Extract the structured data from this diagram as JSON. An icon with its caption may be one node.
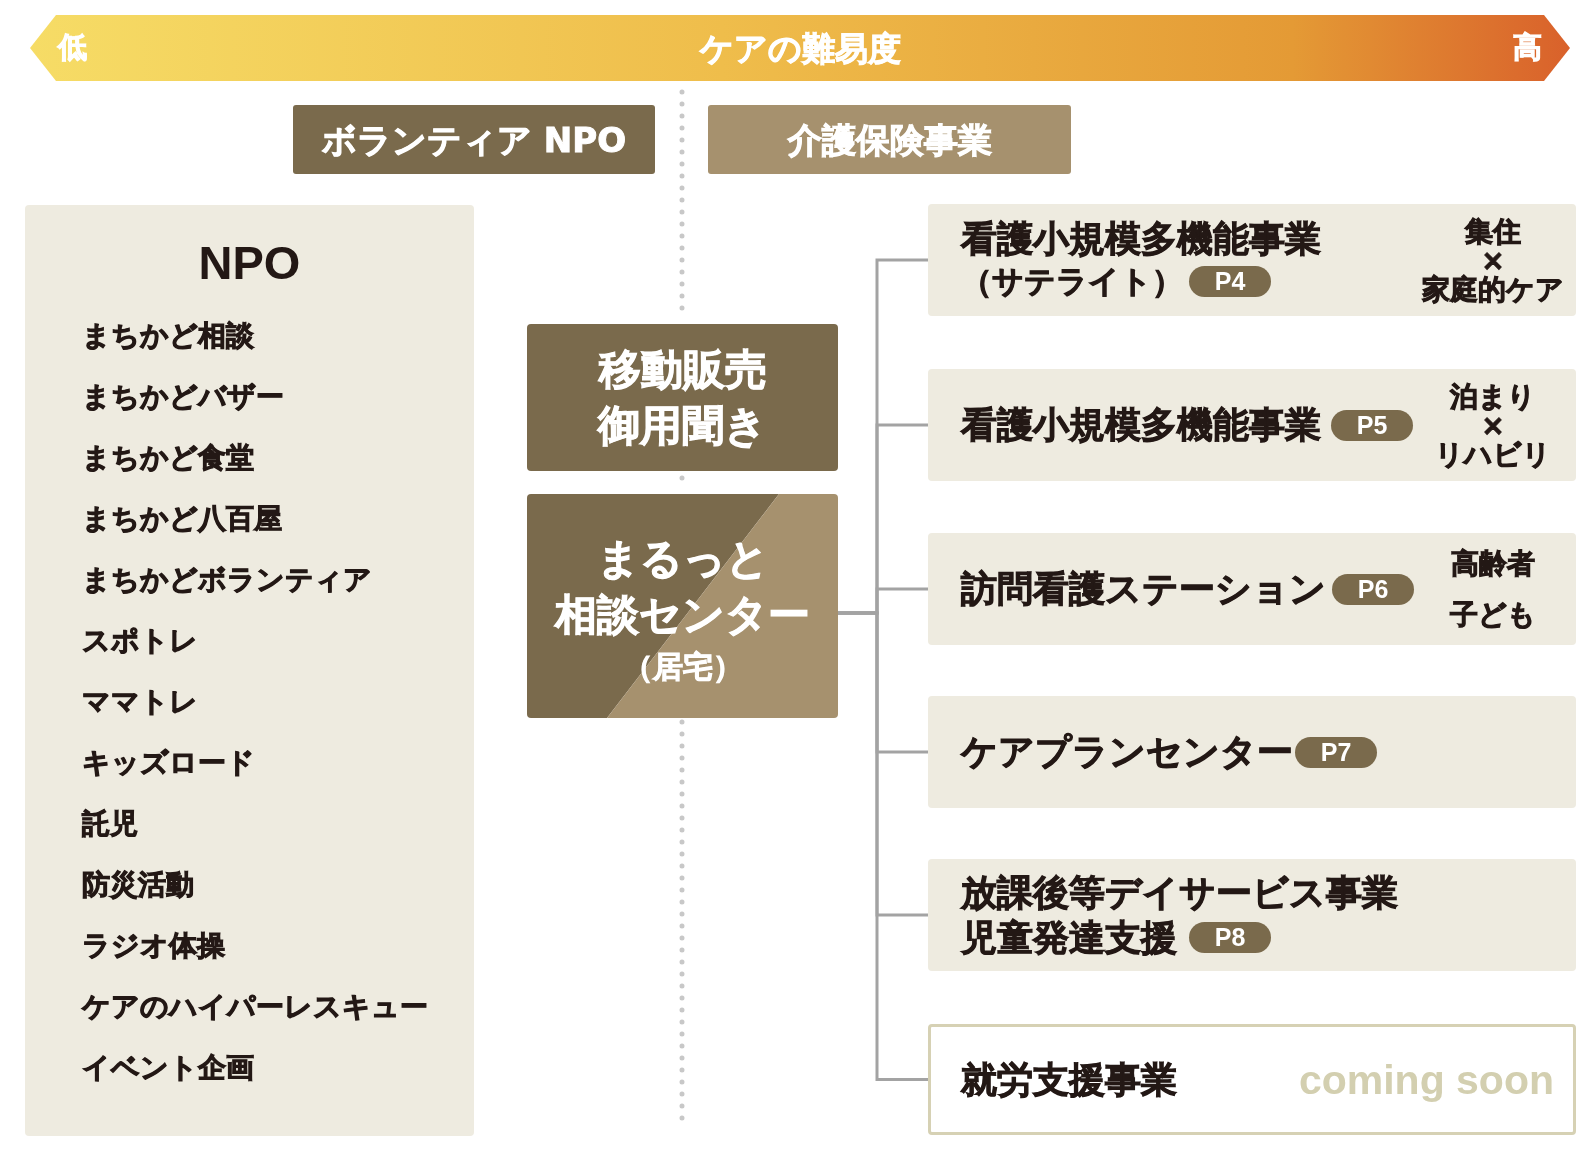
{
  "diagram": {
    "nodes": [
      {
        "text": [
          "低",
          "ケアの難易度",
          "高"
        ]
      },
      {
        "text": [
          "ボランティア NPO"
        ]
      },
      {
        "text": [
          "介護保険事業"
        ]
      },
      {
        "text": [
          "NPO",
          "まちかど相談",
          "まちかどバザー",
          "まちかど食堂",
          "まちかど八百屋",
          "まちかどボランティア",
          "スポトレ",
          "ママトレ",
          "キッズロード",
          "託児",
          "防災活動",
          "ラジオ体操",
          "ケアのハイパーレスキュー",
          "イベント企画"
        ]
      },
      {
        "text": [
          "移動販売",
          "御用聞き"
        ]
      },
      {
        "text": [
          "まるっと",
          "相談センター",
          "（居宅）"
        ]
      },
      {
        "text": [
          "看護小規模多機能事業",
          "（サテライト）",
          "集住",
          "×",
          "家庭的ケア"
        ]
      },
      {
        "text": [
          "P4"
        ],
        "in": 6
      },
      {
        "text": [
          "看護小規模多機能事業",
          "泊まり",
          "×",
          "リハビリ"
        ]
      },
      {
        "text": [
          "P5"
        ],
        "in": 8
      },
      {
        "text": [
          "訪問看護ステーション",
          "高齢者",
          "子ども"
        ]
      },
      {
        "text": [
          "P6"
        ],
        "in": 10
      },
      {
        "text": [
          "ケアプランセンター"
        ]
      },
      {
        "text": [
          "P7"
        ],
        "in": 12
      },
      {
        "text": [
          "放課後等デイサービス事業",
          "児童発達支援"
        ]
      },
      {
        "text": [
          "P8"
        ],
        "in": 14
      },
      {
        "text": [
          "就労支援事業",
          "coming soon"
        ]
      }
    ],
    "edges": [
      {
        "from": 5,
        "to": 6,
        "arrow": "none"
      },
      {
        "from": 5,
        "to": 8,
        "arrow": "none"
      },
      {
        "from": 5,
        "to": 10,
        "arrow": "none"
      },
      {
        "from": 5,
        "to": 12,
        "arrow": "none"
      },
      {
        "from": 5,
        "to": 14,
        "arrow": "none"
      },
      {
        "from": 5,
        "to": 16,
        "arrow": "none"
      }
    ]
  }
}
